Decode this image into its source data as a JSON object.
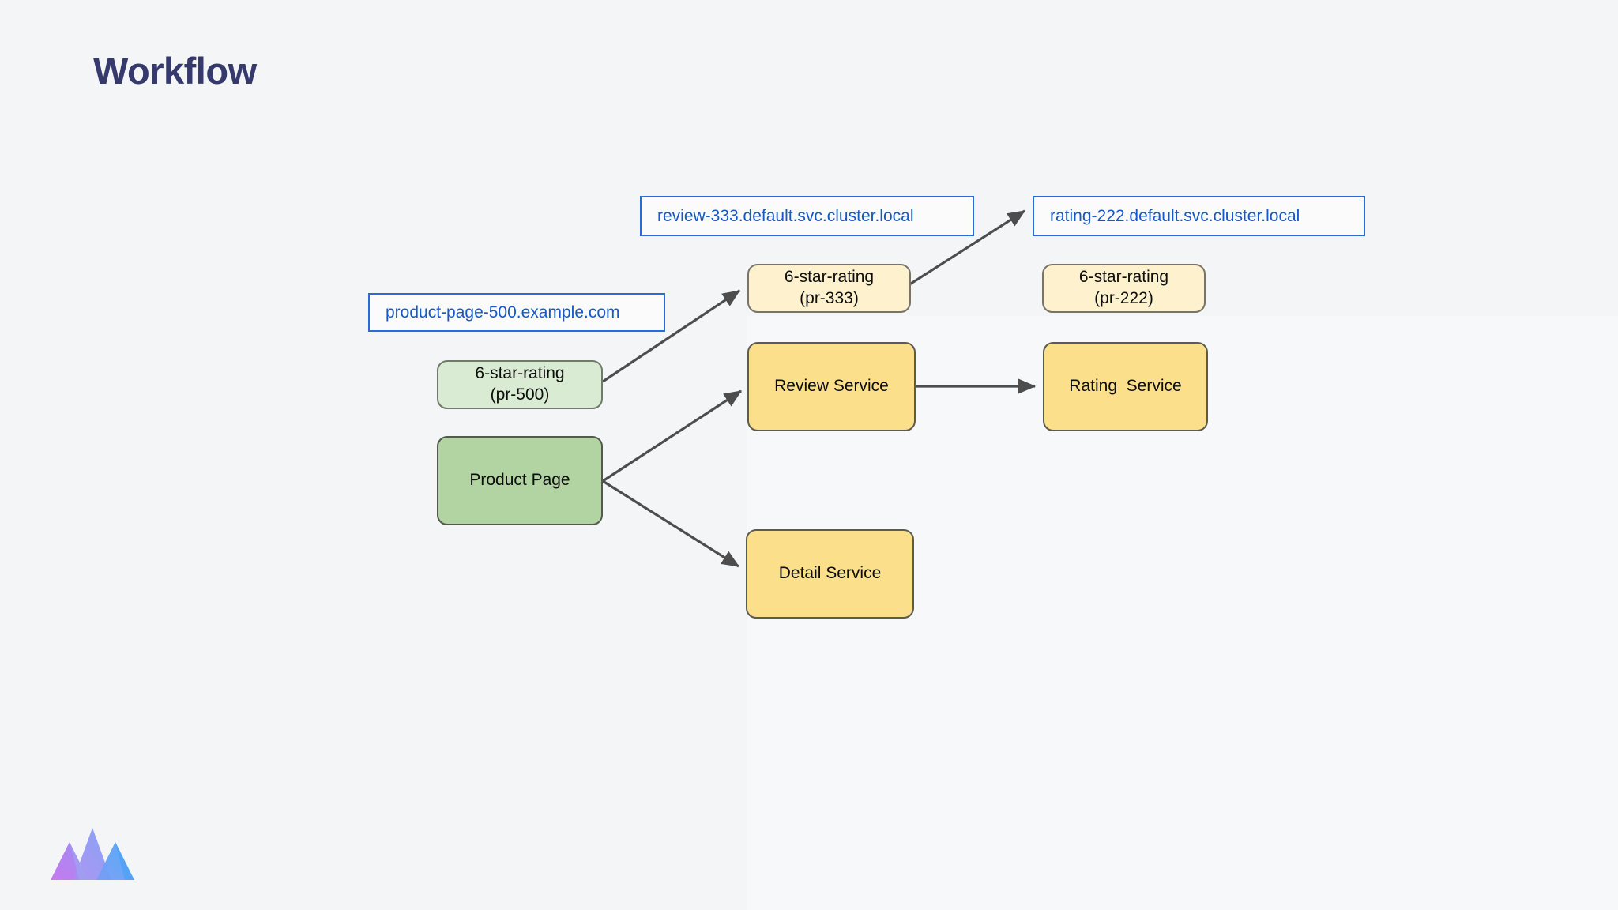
{
  "page": {
    "title": "Workflow",
    "background_color": "#f4f5f7",
    "title_color": "#35396b"
  },
  "colors": {
    "annotation_border": "#2b6cd4",
    "annotation_text": "#1558c6",
    "pod_yellow_fill": "#fdf2cd",
    "pod_green_fill": "#d9ebd2",
    "service_yellow_fill": "#fbdf8b",
    "service_green_fill": "#b2d3a2",
    "edge_color": "#4d4d4d",
    "node_border": "#6b6b63"
  },
  "annotations": [
    {
      "id": "product-page-host",
      "text": "product-page-500.example.com"
    },
    {
      "id": "review-host",
      "text": "review-333.default.svc.cluster.local"
    },
    {
      "id": "rating-host",
      "text": "rating-222.default.svc.cluster.local"
    }
  ],
  "nodes": [
    {
      "id": "pod-pr-500",
      "line1": "6-star-rating",
      "line2": "(pr-500)",
      "kind": "pod-green"
    },
    {
      "id": "product-page",
      "line1": "Product Page",
      "line2": "",
      "kind": "svc-green"
    },
    {
      "id": "pod-pr-333",
      "line1": "6-star-rating",
      "line2": "(pr-333)",
      "kind": "pod-yellow"
    },
    {
      "id": "review-service",
      "line1": "Review Service",
      "line2": "",
      "kind": "svc-yellow"
    },
    {
      "id": "detail-service",
      "line1": "Detail Service",
      "line2": "",
      "kind": "svc-yellow"
    },
    {
      "id": "pod-pr-222",
      "line1": "6-star-rating",
      "line2": "(pr-222)",
      "kind": "pod-yellow"
    },
    {
      "id": "rating-service",
      "line1": "Rating  Service",
      "line2": "",
      "kind": "svc-yellow"
    }
  ],
  "edges": [
    {
      "id": "pr500-to-pr333",
      "from": "pod-pr-500",
      "to": "pod-pr-333"
    },
    {
      "id": "productpage-to-review",
      "from": "product-page",
      "to": "review-service"
    },
    {
      "id": "productpage-to-detail",
      "from": "product-page",
      "to": "detail-service"
    },
    {
      "id": "pr333-to-rating-host",
      "from": "pod-pr-333",
      "to": "rating-host"
    },
    {
      "id": "review-to-rating",
      "from": "review-service",
      "to": "rating-service"
    }
  ],
  "logo": {
    "id": "brand-logo",
    "alt": "logo-m-triangles"
  }
}
